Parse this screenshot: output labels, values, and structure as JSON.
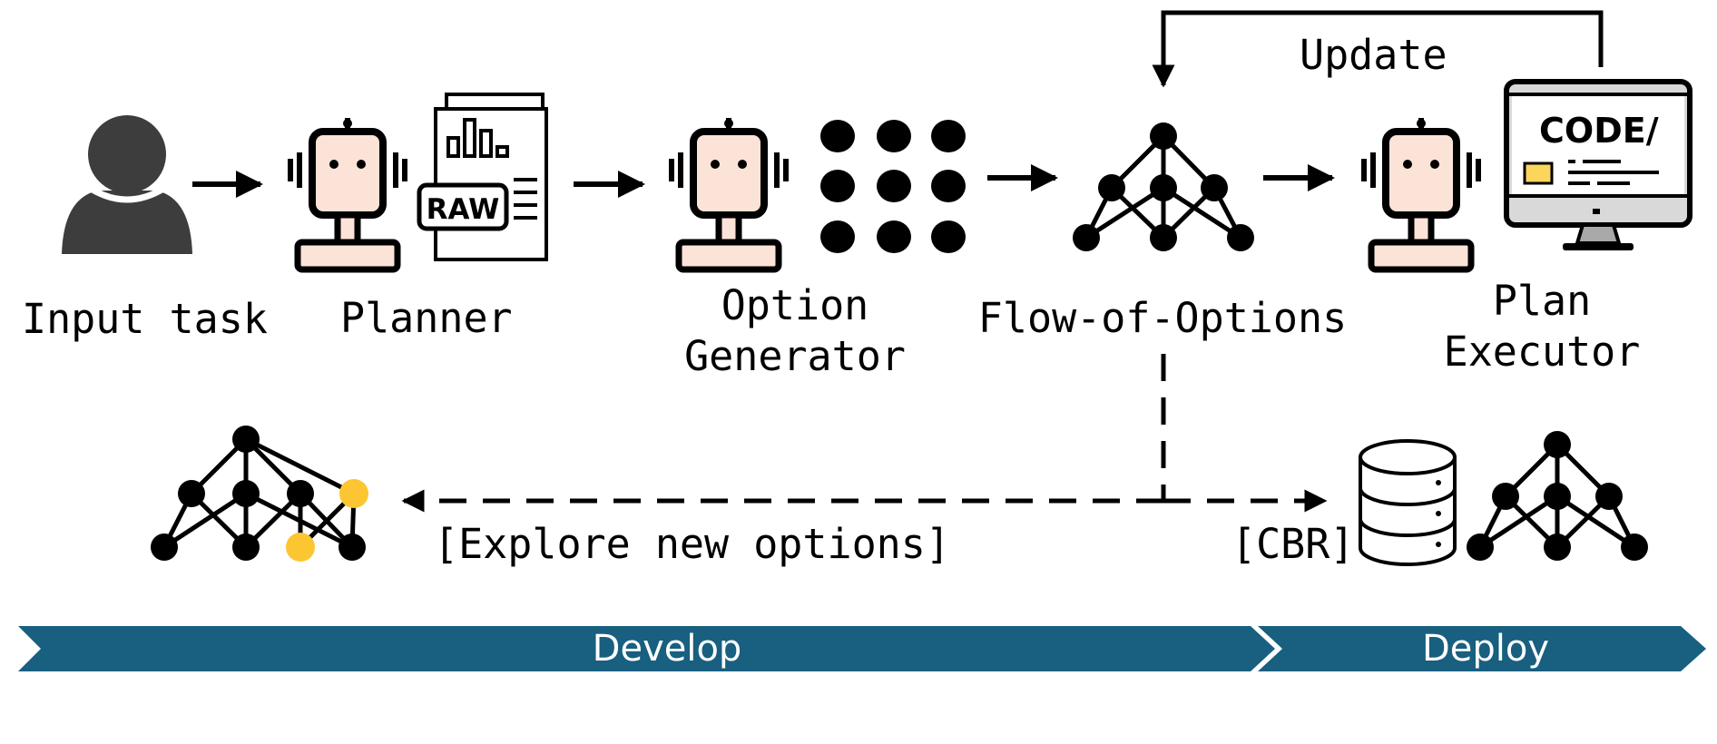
{
  "labels": {
    "input_task": "Input task",
    "planner": "Planner",
    "option_generator_line1": "Option",
    "option_generator_line2": "Generator",
    "flow_of_options": "Flow-of-Options",
    "plan_executor_line1": "Plan",
    "plan_executor_line2": "Executor",
    "update": "Update",
    "explore": "[Explore new options]",
    "cbr": "[CBR]"
  },
  "icon_text": {
    "raw": "RAW",
    "code": "CODE/"
  },
  "phases": {
    "develop": "Develop",
    "deploy": "Deploy"
  },
  "colors": {
    "banner": "#185f80",
    "highlight_node": "#fbc631",
    "robot_face": "#fbe3d7",
    "person": "#3d3d3d"
  }
}
